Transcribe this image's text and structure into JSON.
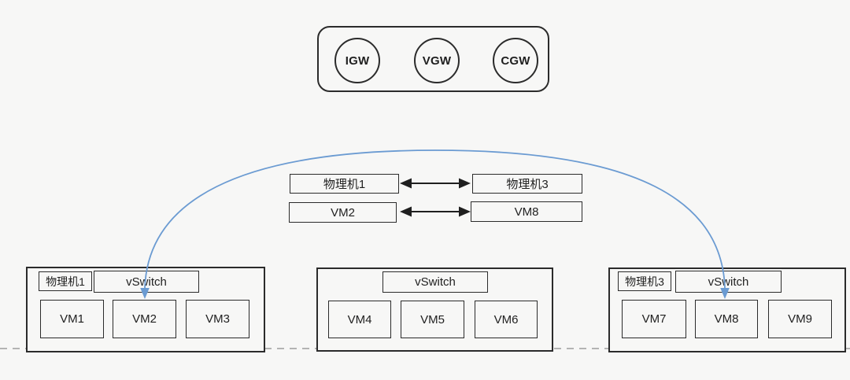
{
  "colors": {
    "line": "#2b2b2b",
    "arc_blue": "#6b9bd2",
    "dashed_line": "#b3b3b3",
    "background": "#f7f7f6"
  },
  "gateway_group": {
    "nodes": [
      "IGW",
      "VGW",
      "CGW"
    ]
  },
  "migration_pairs": [
    {
      "source": "物理机1",
      "target": "物理机3"
    },
    {
      "source": "VM2",
      "target": "VM8"
    }
  ],
  "hosts": [
    {
      "name": "物理机1",
      "vswitch_label": "vSwitch",
      "vms": [
        "VM1",
        "VM2",
        "VM3"
      ]
    },
    {
      "vswitch_label": "vSwitch",
      "vms": [
        "VM4",
        "VM5",
        "VM6"
      ]
    },
    {
      "name": "物理机3",
      "vswitch_label": "vSwitch",
      "vms": [
        "VM7",
        "VM8",
        "VM9"
      ]
    }
  ]
}
